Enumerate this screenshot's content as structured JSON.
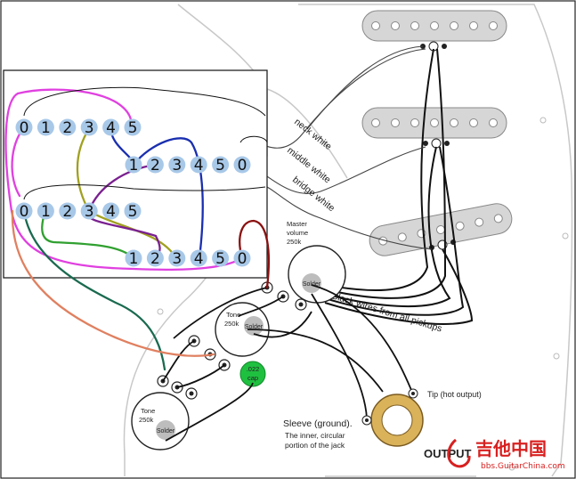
{
  "diagram": {
    "rotary_switch": {
      "top_row": [
        "0",
        "1",
        "2",
        "3",
        "4",
        "5"
      ],
      "row_a": [
        "1",
        "2",
        "3",
        "4",
        "5",
        "0"
      ],
      "mid_row": [
        "0",
        "1",
        "2",
        "3",
        "4",
        "5"
      ],
      "row_b": [
        "1",
        "2",
        "3",
        "4",
        "5",
        "0"
      ]
    },
    "wire_labels": {
      "neck_white": "neck white",
      "middle_white": "middle white",
      "bridge_white": "bridge white",
      "black_wires": "Black wires from all pickups"
    },
    "components": {
      "master_volume_line1": "Master",
      "master_volume_line2": "volume",
      "master_volume_line3": "250k",
      "tone1_line1": "Tone",
      "tone1_line2": "250k",
      "tone2_line1": "Tone",
      "tone2_line2": "250k",
      "solder": "Solder",
      "cap_line1": ".022",
      "cap_line2": "cap"
    },
    "jack": {
      "tip_label": "Tip (hot output)",
      "sleeve_line1": "Sleeve (ground).",
      "sleeve_line2": "The inner, circular",
      "sleeve_line3": "portion of the jack",
      "output_label": "OUTPUT"
    },
    "watermark": {
      "brand_cn": "吉他中国",
      "site": "bbs.GuitarChina.com"
    }
  },
  "colors": {
    "wire_magenta": "#e040e0",
    "wire_blue": "#1a2fb0",
    "wire_olive": "#a0a020",
    "wire_purple": "#7a2090",
    "wire_green": "#30a030",
    "wire_teal": "#1a6a50",
    "wire_salmon": "#e08060",
    "wire_maroon": "#8a1010",
    "pickguard_line": "#c8c8c8",
    "pickup_fill": "#d6d6d6",
    "circle_fill": "#a8c8e8",
    "cap_fill": "#1fc040",
    "jack_ring": "#d9b25a",
    "watermark_red": "#d82020"
  }
}
